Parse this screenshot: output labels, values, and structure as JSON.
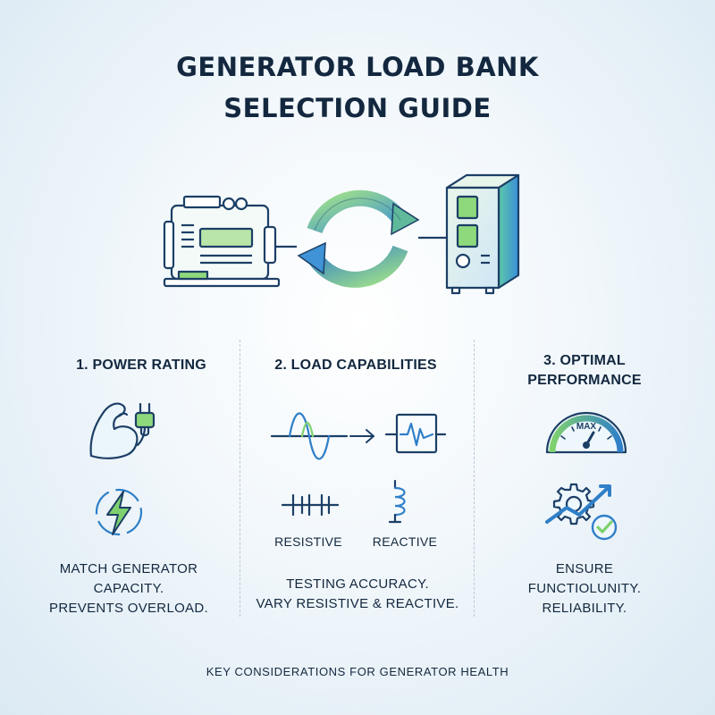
{
  "title": {
    "line1": "GENERATOR LOAD BANK",
    "line2": "SELECTION GUIDE"
  },
  "hero": {
    "icons": [
      "generator-icon",
      "cycle-arrows-icon",
      "load-bank-cabinet-icon"
    ]
  },
  "columns": [
    {
      "heading": "1. POWER RATING",
      "icons": [
        "flexed-arm-plug-icon",
        "lightning-bolt-icon"
      ],
      "description": [
        "MATCH GENERATOR",
        "CAPACITY.",
        "PREVENTS OVERLOAD."
      ]
    },
    {
      "heading": "2. LOAD CAPABILITIES",
      "icons": [
        "sine-wave-icon",
        "arrow-right-icon",
        "waveform-box-icon",
        "resistor-icon",
        "inductor-coil-icon"
      ],
      "sublabels": [
        "RESISTIVE",
        "REACTIVE"
      ],
      "description": [
        "TESTING ACCURACY.",
        "VARY RESISTIVE & REACTIVE."
      ]
    },
    {
      "heading_lines": [
        "3. OPTIMAL",
        "PERFORMANCE"
      ],
      "icons": [
        "speedometer-icon",
        "gear-chart-check-icon"
      ],
      "gauge_label": "MAX",
      "description": [
        "ENSURE",
        "FUNCTIOLUNITY.",
        "RELIABILITY."
      ]
    }
  ],
  "footer": "KEY CONSIDERATIONS FOR GENERATOR HEALTH",
  "colors": {
    "navy": "#1c3f66",
    "blue": "#2f7fc8",
    "green": "#7fd16e",
    "text": "#13283f"
  }
}
